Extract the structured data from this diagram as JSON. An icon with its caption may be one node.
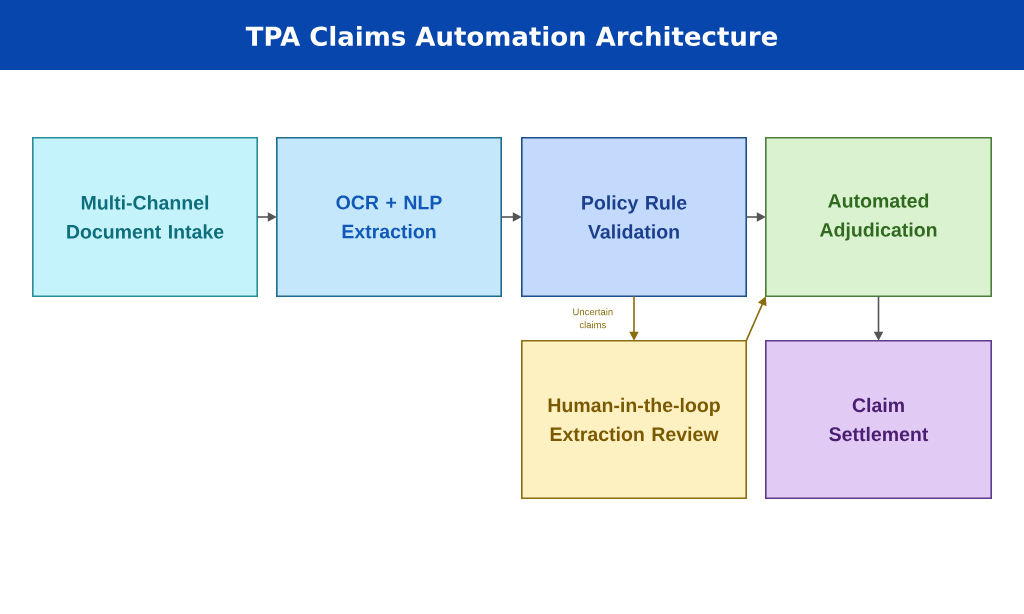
{
  "diagram": {
    "title": "TPA Claims Automation Architecture",
    "nodes": [
      {
        "text": [
          "Multi-Channel Document Intake"
        ]
      },
      {
        "text": [
          "OCR + NLP Extraction"
        ]
      },
      {
        "text": [
          "Policy Rule Validation"
        ]
      },
      {
        "text": [
          "Automated Adjudication"
        ]
      },
      {
        "text": [
          "Human-in-the-loop Extraction Review"
        ]
      },
      {
        "text": [
          "Claim Settlement"
        ]
      }
    ],
    "edges": [
      {
        "from": 0,
        "to": 1,
        "arrow": "to"
      },
      {
        "from": 1,
        "to": 2,
        "arrow": "to"
      },
      {
        "from": 2,
        "to": 3,
        "arrow": "to"
      },
      {
        "from": 2,
        "to": 4,
        "arrow": "to",
        "label": "Uncertain claims",
        "color": "#8a6d0f"
      },
      {
        "from": 4,
        "to": 3,
        "arrow": "to",
        "color": "#8a6d0f"
      },
      {
        "from": 3,
        "to": 5,
        "arrow": "to"
      }
    ]
  }
}
